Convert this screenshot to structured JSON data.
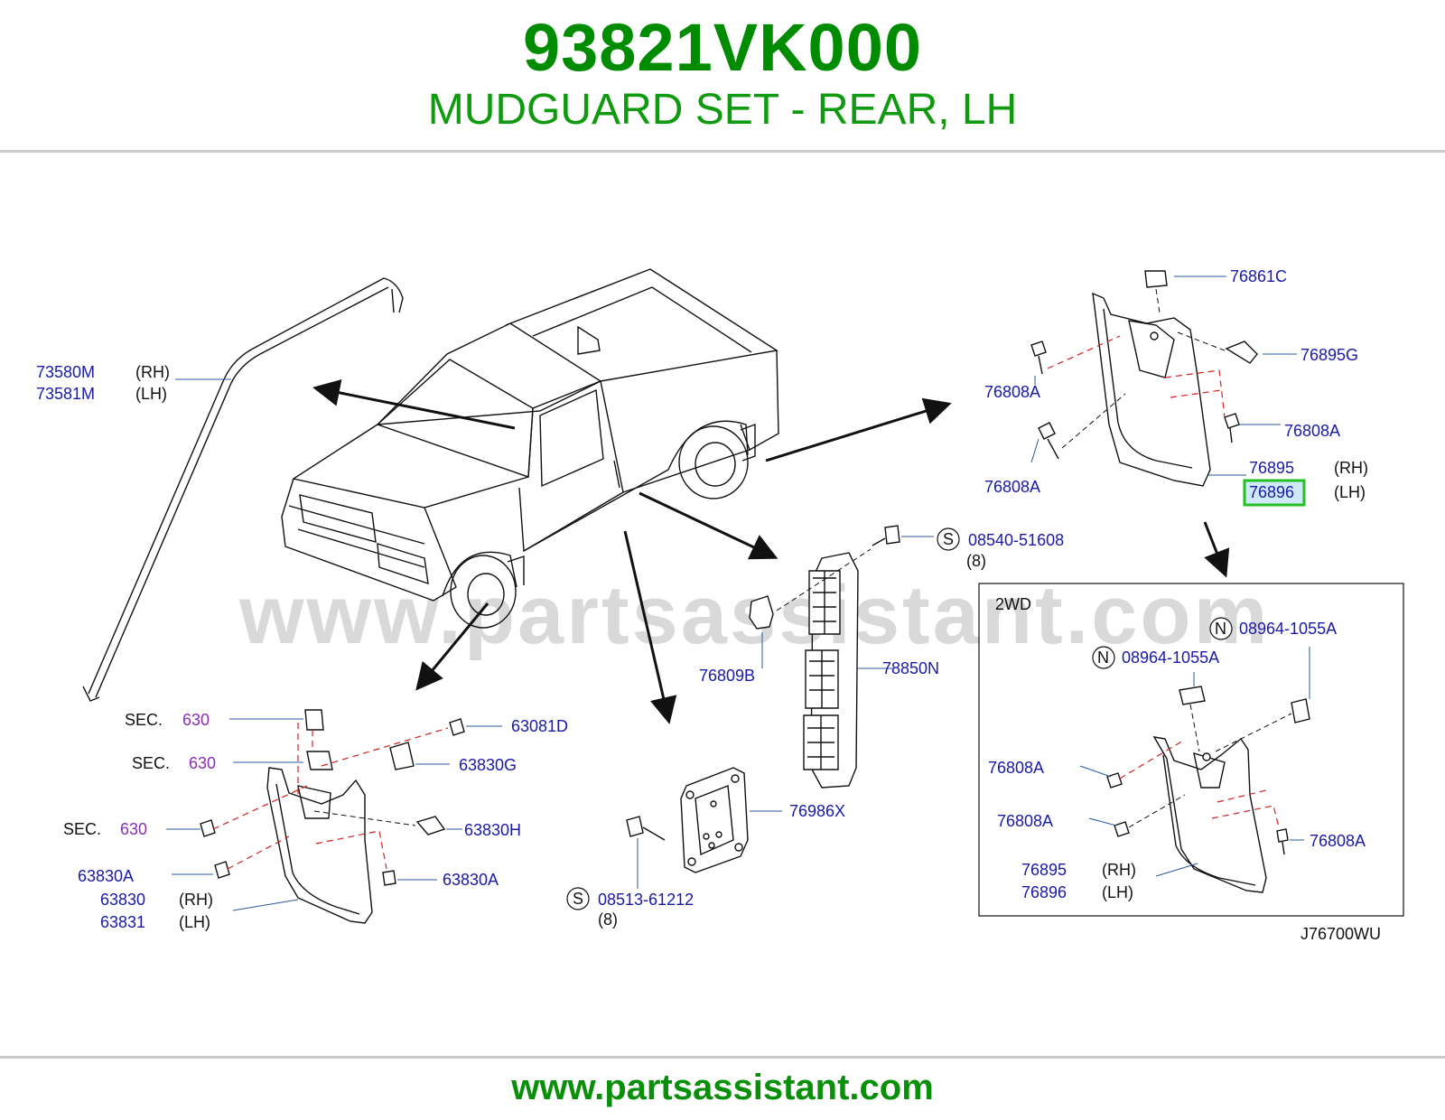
{
  "header": {
    "part_number": "93821VK000",
    "part_name": "MUDGUARD SET - REAR, LH"
  },
  "watermark": "www.partsassistant.com",
  "footer": {
    "url": "www.partsassistant.com"
  },
  "colors": {
    "title_green": "#008c00",
    "callout_blue": "#1a1aa8",
    "section_purple": "#8a2db8",
    "highlight_green": "#22c022",
    "highlight_fill": "#cfe8f7"
  },
  "diagram": {
    "drawing_code": "J76700WU",
    "inset_label": "2WD",
    "callouts": {
      "moulding_rh": "73580M",
      "moulding_rh_side": "(RH)",
      "moulding_lh": "73581M",
      "moulding_lh_side": "(LH)",
      "r_76861C": "76861C",
      "r_76895G": "76895G",
      "r_76808A_1": "76808A",
      "r_76808A_2": "76808A",
      "r_76808A_3": "76808A",
      "r_76895": "76895",
      "r_76895_side": "(RH)",
      "r_76896": "76896",
      "r_76896_side": "(LH)",
      "bolt_code": "08540-51608",
      "bolt_qty": "(8)",
      "bolt_marker": "S",
      "clip_76809B": "76809B",
      "protector_78850N": "78850N",
      "inset_nut_1": "08964-1055A",
      "inset_nut_1_marker": "N",
      "inset_nut_2": "08964-1055A",
      "inset_nut_2_marker": "N",
      "inset_76808A_1": "76808A",
      "inset_76808A_2": "76808A",
      "inset_76808A_3": "76808A",
      "inset_76895": "76895",
      "inset_76895_side": "(RH)",
      "inset_76896": "76896",
      "inset_76896_side": "(LH)",
      "sec_label": "SEC.",
      "sec_number": "630",
      "f_63081D": "63081D",
      "f_63830G": "63830G",
      "f_63830H": "63830H",
      "f_63830A_1": "63830A",
      "f_63830A_2": "63830A",
      "f_63830": "63830",
      "f_63830_side": "(RH)",
      "f_63831": "63831",
      "f_63831_side": "(LH)",
      "plate_76986X": "76986X",
      "screw_code": "08513-61212",
      "screw_qty": "(8)",
      "screw_marker": "S"
    }
  }
}
